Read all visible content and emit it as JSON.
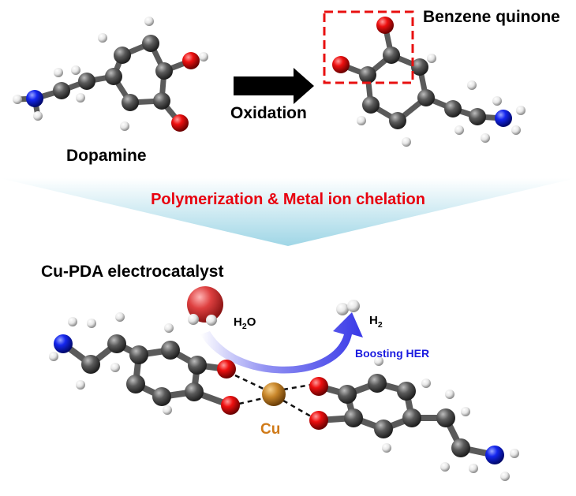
{
  "labels": {
    "dopamine": "Dopamine",
    "quinone": "Benzene quinone",
    "oxidation": "Oxidation",
    "banner": "Polymerization & Metal ion chelation",
    "catalyst": "Cu-PDA electrocatalyst",
    "water_main": "H",
    "water_sub": "2",
    "water_tail": "O",
    "h2_main": "H",
    "h2_sub": "2",
    "boosting": "Boosting HER",
    "metal": "Cu"
  },
  "colors": {
    "carbon": "#4a4a4a",
    "oxygen": "#e8000e",
    "nitrogen": "#0a1ee8",
    "hydrogen": "#e4e4e4",
    "copper": "#c8862a",
    "banner_text": "#e8000e",
    "boost_text": "#1a1adf",
    "cu_text": "#d07a18",
    "arrow_blue": "#3a3ae6",
    "highlight_box": "#e81010"
  }
}
